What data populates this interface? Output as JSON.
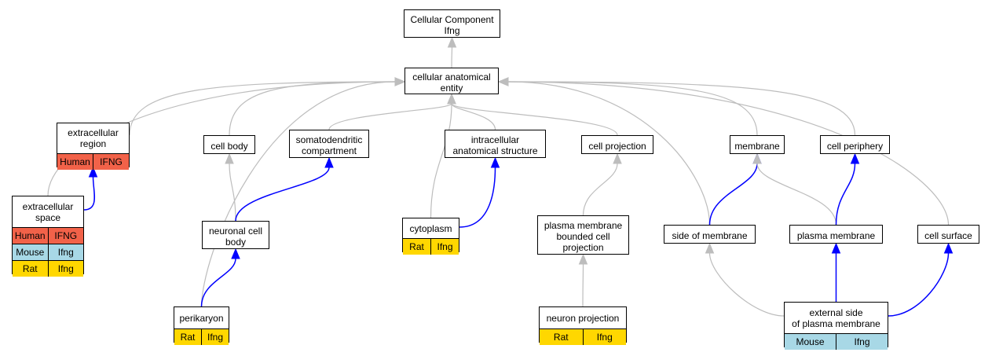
{
  "colors": {
    "Human": "#f26249",
    "Mouse": "#a8d8e6",
    "Rat": "#ffd700",
    "edge_isa": "#bdbdbd",
    "edge_partof": "#0000ff"
  },
  "nodes": [
    {
      "id": "root",
      "label": "Cellular Component\nIfng",
      "annotations": []
    },
    {
      "id": "cae",
      "label": "cellular anatomical\nentity",
      "annotations": []
    },
    {
      "id": "er",
      "label": "extracellular\nregion",
      "annotations": [
        {
          "species": "Human",
          "gene": "IFNG"
        }
      ]
    },
    {
      "id": "es",
      "label": "extracellular\nspace",
      "annotations": [
        {
          "species": "Human",
          "gene": "IFNG"
        },
        {
          "species": "Mouse",
          "gene": "Ifng"
        },
        {
          "species": "Rat",
          "gene": "Ifng"
        }
      ]
    },
    {
      "id": "cb",
      "label": "cell body",
      "annotations": []
    },
    {
      "id": "sdc",
      "label": "somatodendritic\ncompartment",
      "annotations": []
    },
    {
      "id": "ias",
      "label": "intracellular\nanatomical structure",
      "annotations": []
    },
    {
      "id": "cp",
      "label": "cell projection",
      "annotations": []
    },
    {
      "id": "mem",
      "label": "membrane",
      "annotations": []
    },
    {
      "id": "cper",
      "label": "cell periphery",
      "annotations": []
    },
    {
      "id": "ncb",
      "label": "neuronal cell\nbody",
      "annotations": []
    },
    {
      "id": "cyto",
      "label": "cytoplasm",
      "annotations": [
        {
          "species": "Rat",
          "gene": "Ifng"
        }
      ]
    },
    {
      "id": "pmbcp",
      "label": "plasma membrane\nbounded cell\nprojection",
      "annotations": []
    },
    {
      "id": "som",
      "label": "side of membrane",
      "annotations": []
    },
    {
      "id": "pm",
      "label": "plasma membrane",
      "annotations": []
    },
    {
      "id": "cs",
      "label": "cell surface",
      "annotations": []
    },
    {
      "id": "peri",
      "label": "perikaryon",
      "annotations": [
        {
          "species": "Rat",
          "gene": "Ifng"
        }
      ]
    },
    {
      "id": "np",
      "label": "neuron projection",
      "annotations": [
        {
          "species": "Rat",
          "gene": "Ifng"
        }
      ]
    },
    {
      "id": "espm",
      "label": "external side\nof plasma membrane",
      "annotations": [
        {
          "species": "Mouse",
          "gene": "Ifng"
        }
      ]
    }
  ],
  "edges": [
    {
      "from": "cae",
      "to": "root",
      "type": "is_a"
    },
    {
      "from": "er",
      "to": "cae",
      "type": "is_a"
    },
    {
      "from": "es",
      "to": "cae",
      "type": "is_a"
    },
    {
      "from": "es",
      "to": "er",
      "type": "part_of"
    },
    {
      "from": "cb",
      "to": "cae",
      "type": "is_a"
    },
    {
      "from": "sdc",
      "to": "cae",
      "type": "is_a"
    },
    {
      "from": "ias",
      "to": "cae",
      "type": "is_a"
    },
    {
      "from": "cp",
      "to": "cae",
      "type": "is_a"
    },
    {
      "from": "mem",
      "to": "cae",
      "type": "is_a"
    },
    {
      "from": "cper",
      "to": "cae",
      "type": "is_a"
    },
    {
      "from": "cs",
      "to": "cae",
      "type": "is_a"
    },
    {
      "from": "som",
      "to": "cae",
      "type": "is_a"
    },
    {
      "from": "peri",
      "to": "cae",
      "type": "is_a"
    },
    {
      "from": "cyto",
      "to": "cae",
      "type": "is_a"
    },
    {
      "from": "ncb",
      "to": "cb",
      "type": "is_a"
    },
    {
      "from": "ncb",
      "to": "sdc",
      "type": "part_of"
    },
    {
      "from": "cyto",
      "to": "ias",
      "type": "part_of"
    },
    {
      "from": "pmbcp",
      "to": "cp",
      "type": "is_a"
    },
    {
      "from": "som",
      "to": "mem",
      "type": "part_of"
    },
    {
      "from": "pm",
      "to": "mem",
      "type": "is_a"
    },
    {
      "from": "pm",
      "to": "cper",
      "type": "part_of"
    },
    {
      "from": "peri",
      "to": "ncb",
      "type": "part_of"
    },
    {
      "from": "np",
      "to": "pmbcp",
      "type": "is_a"
    },
    {
      "from": "espm",
      "to": "som",
      "type": "is_a"
    },
    {
      "from": "espm",
      "to": "pm",
      "type": "part_of"
    },
    {
      "from": "espm",
      "to": "cs",
      "type": "part_of"
    }
  ]
}
